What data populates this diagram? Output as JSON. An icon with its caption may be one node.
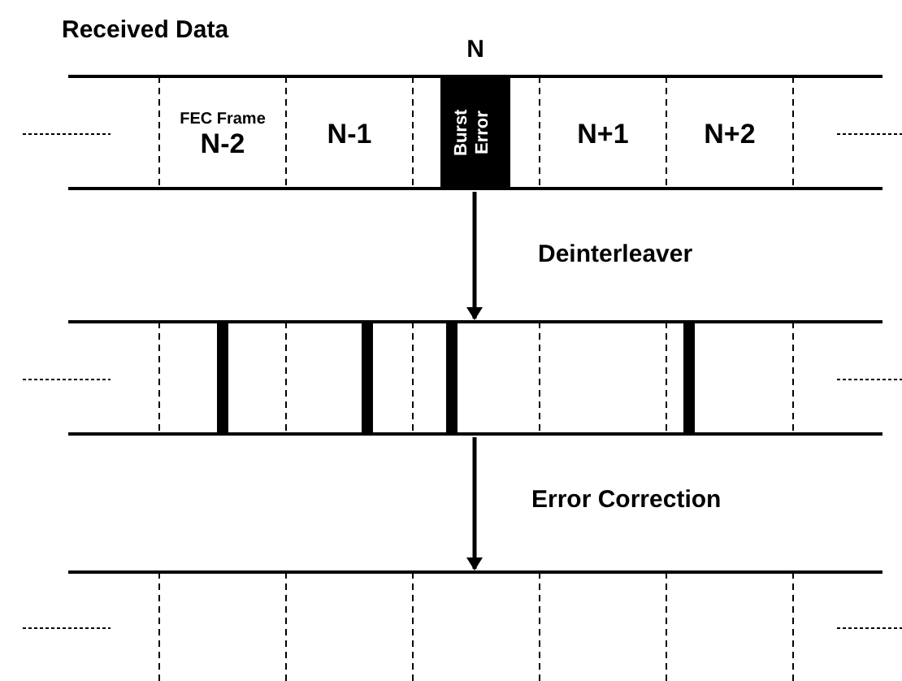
{
  "diagram": {
    "nodes": [
      {
        "text": [
          "Received Data"
        ]
      },
      {
        "text": [
          "FEC Frame",
          "N-2"
        ],
        "in": 0
      },
      {
        "text": [
          "N-1"
        ],
        "in": 0
      },
      {
        "text": [
          "Burst Error"
        ],
        "in": 0,
        "beside": [
          "N"
        ]
      },
      {
        "text": [
          "N+1"
        ],
        "in": 0
      },
      {
        "text": [
          "N+2"
        ],
        "in": 0
      },
      {
        "text": [],
        "shape": "bar"
      },
      {
        "text": [],
        "shape": "bar"
      }
    ],
    "edges": [
      {
        "from": 0,
        "to": 6,
        "arrow": "to",
        "label": "Deinterleaver"
      },
      {
        "from": 6,
        "to": 7,
        "arrow": "to",
        "label": "Error Correction"
      }
    ]
  }
}
